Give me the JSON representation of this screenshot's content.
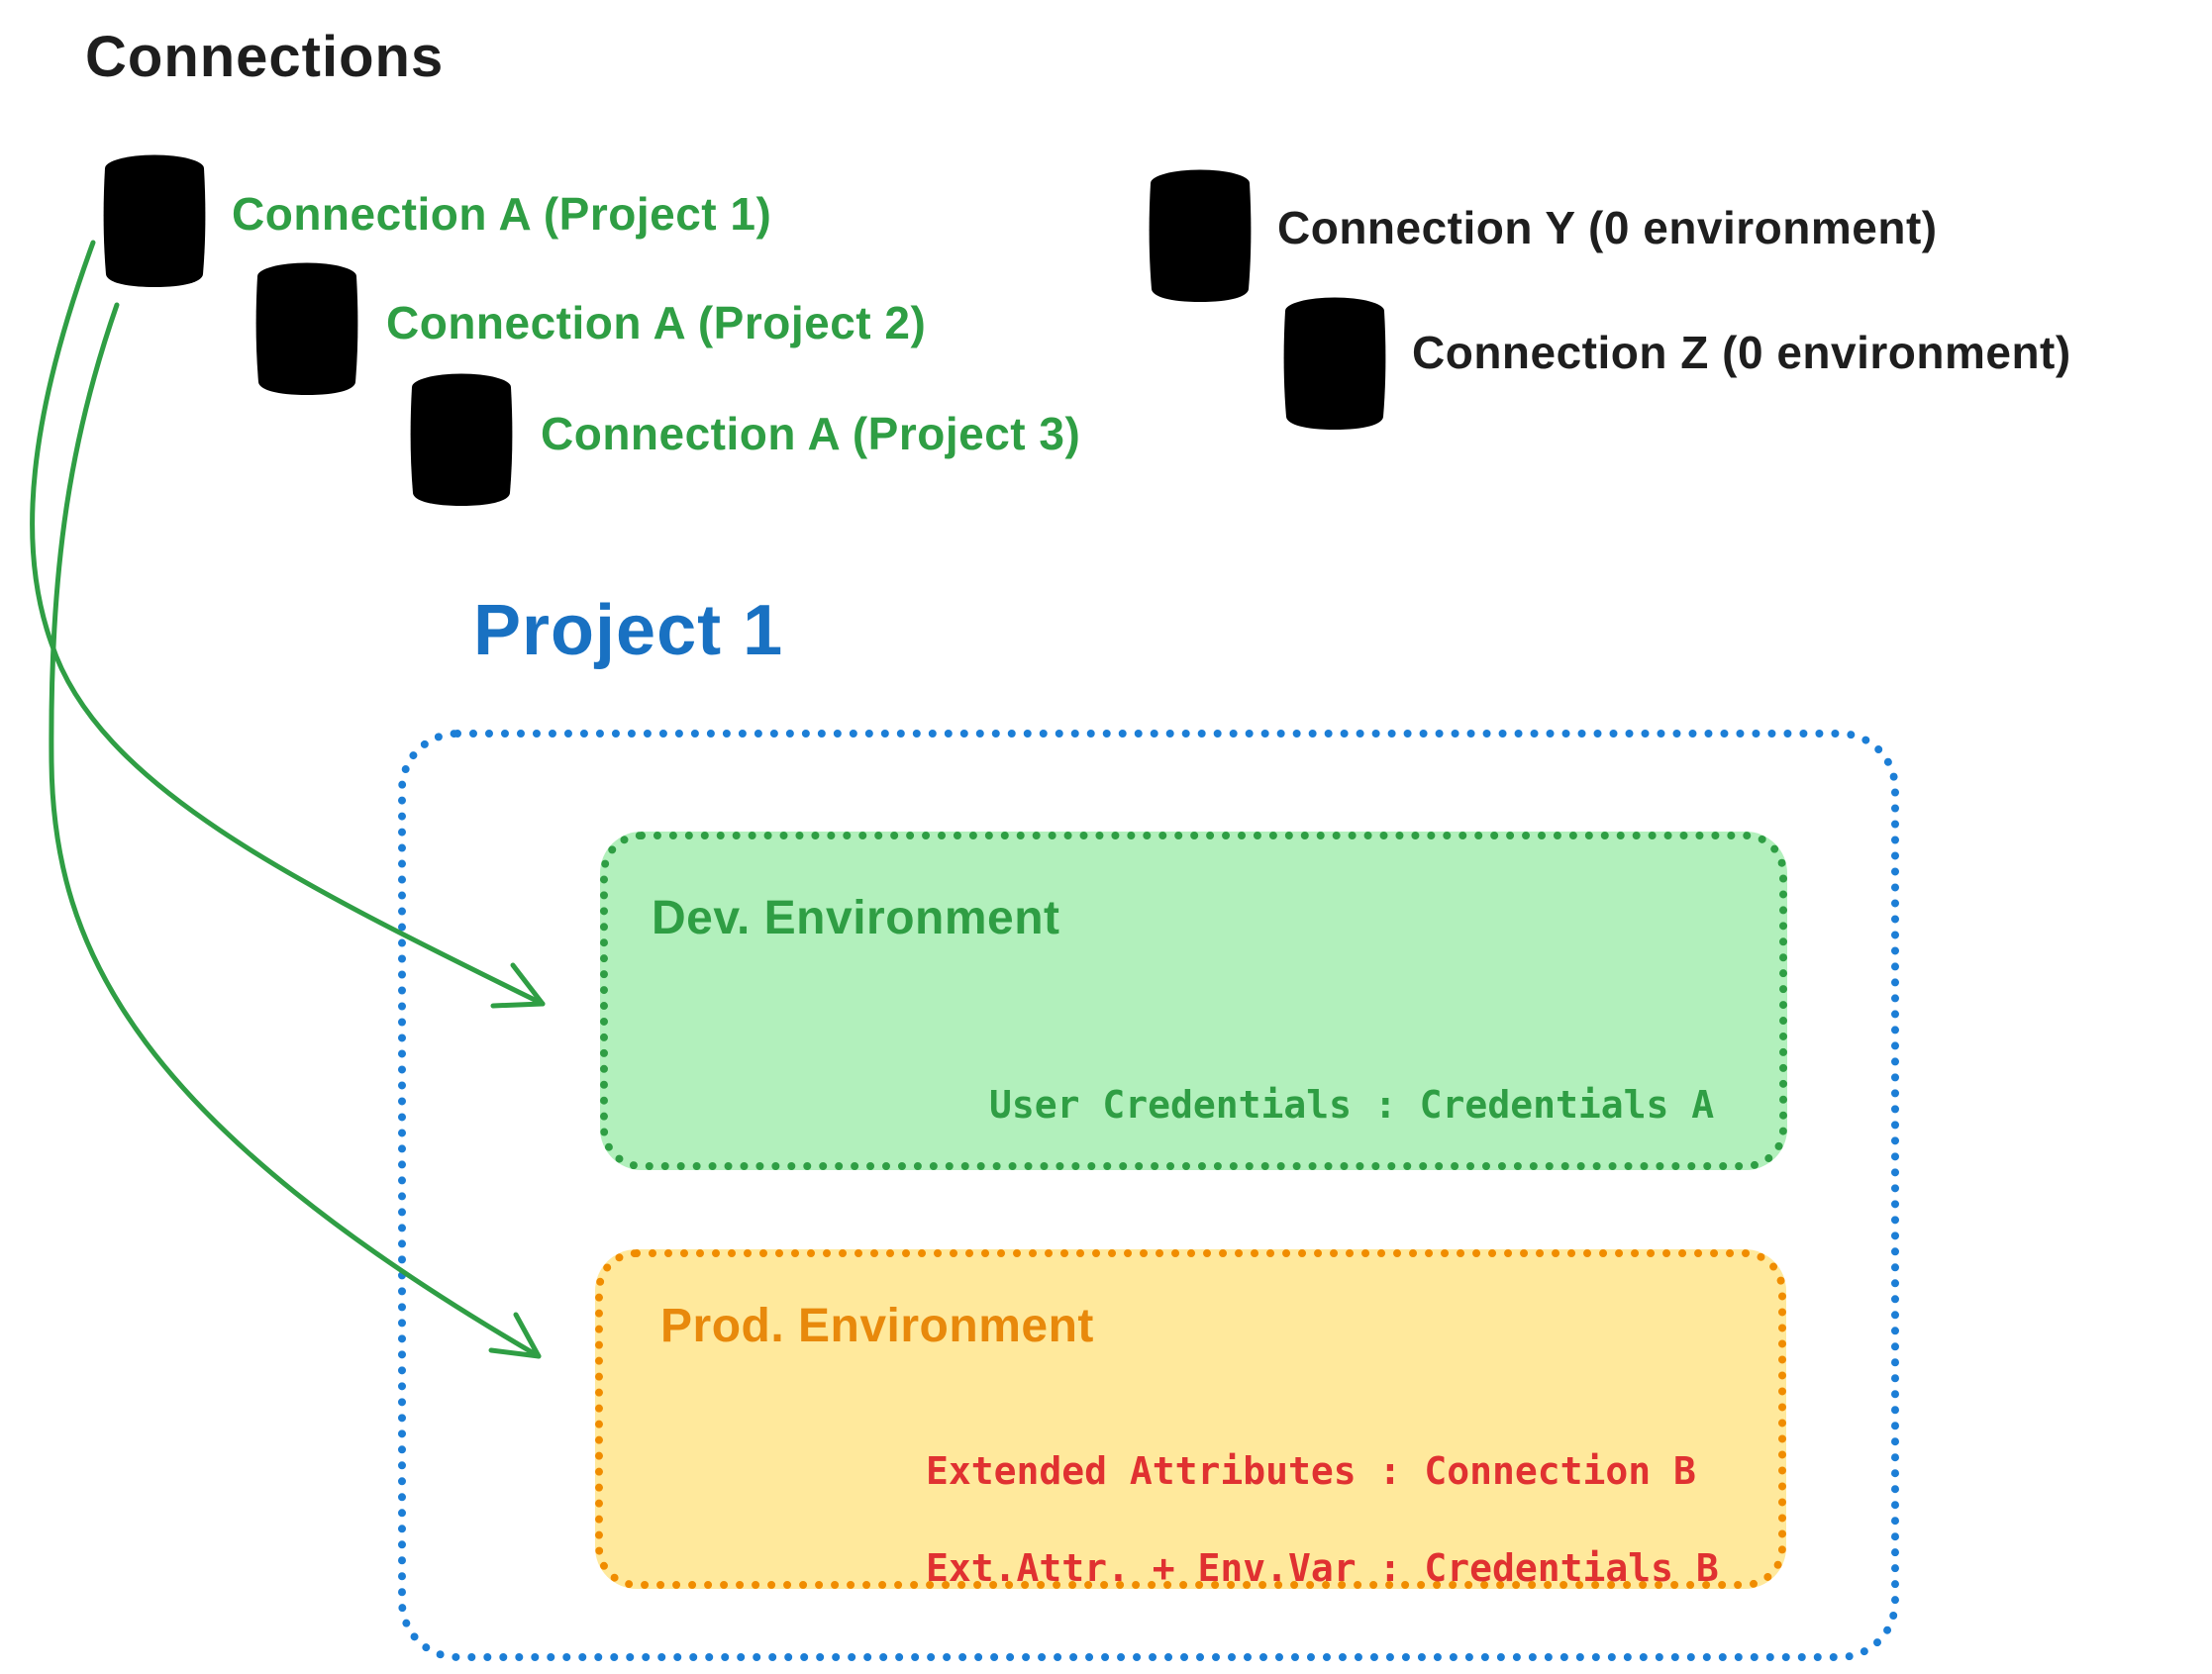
{
  "header": {
    "title": "Connections"
  },
  "colors": {
    "green": "#2f9e44",
    "green_fill": "#b2f0bc",
    "gray_stroke": "#343a40",
    "gray_fill": "#d5d9dd",
    "blue_border": "#1c7ed6",
    "blue_text": "#1971c2",
    "orange_border": "#f08c00",
    "orange_text": "#e8890c",
    "yellow_fill": "#ffe99c",
    "red_text": "#e03131",
    "ink": "#1e1e1e"
  },
  "project_connections": [
    {
      "icon": "database-icon",
      "label": "Connection A (Project 1)"
    },
    {
      "icon": "database-icon",
      "label": "Connection A (Project 2)"
    },
    {
      "icon": "database-icon",
      "label": "Connection A (Project 3)"
    }
  ],
  "unassigned_connections": [
    {
      "icon": "database-icon",
      "label": "Connection Y (0 environment)"
    },
    {
      "icon": "database-icon",
      "label": "Connection Z (0 environment)"
    }
  ],
  "project": {
    "title": "Project 1",
    "dev_environment": {
      "title": "Dev. Environment",
      "mapping": "User Credentials : Credentials A"
    },
    "prod_environment": {
      "title": "Prod. Environment",
      "mappings": [
        "Extended Attributes : Connection B",
        "Ext.Attr. + Env.Var : Credentials B"
      ]
    }
  }
}
